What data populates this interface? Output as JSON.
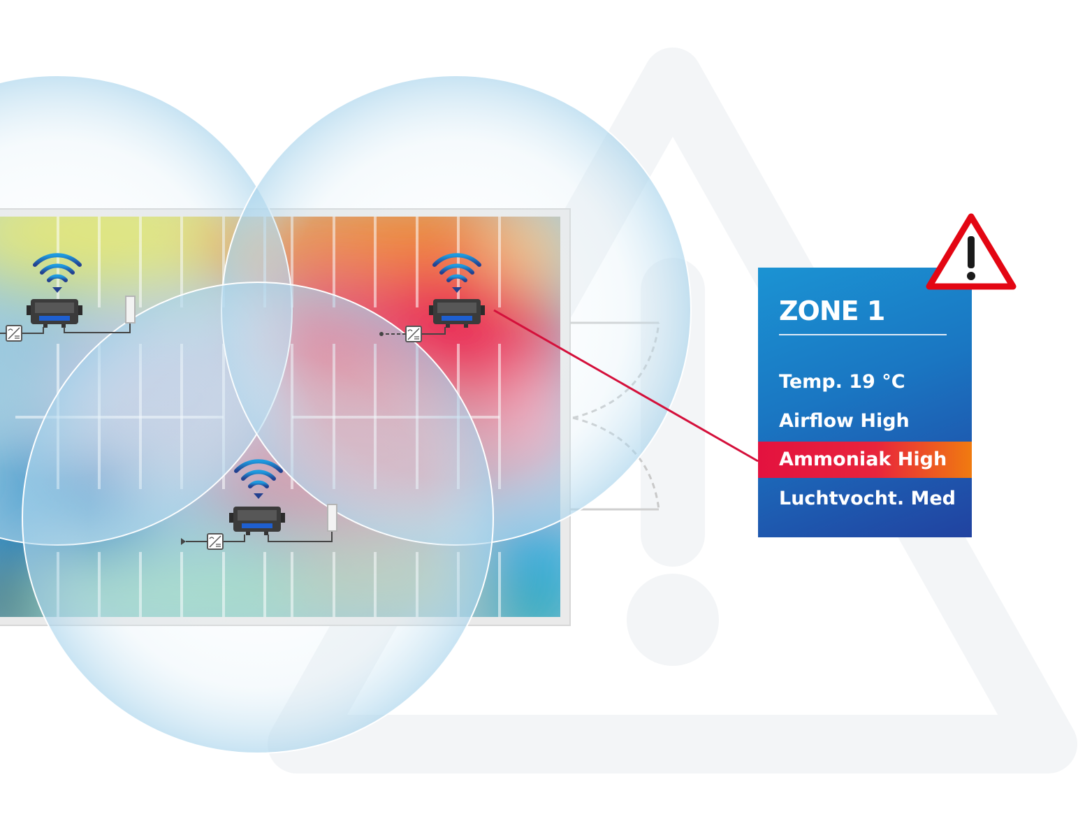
{
  "zone_panel": {
    "title": "ZONE 1",
    "readings": [
      {
        "label": "Temp. 19 °C",
        "status": "normal"
      },
      {
        "label": "Airflow High",
        "status": "normal"
      },
      {
        "label": "Ammoniak High",
        "status": "alert"
      },
      {
        "label": "Luchtvocht. Med",
        "status": "normal"
      }
    ]
  },
  "colors": {
    "panel_blue": "#1a76c2",
    "alert_red": "#e3123f",
    "alert_orange": "#f07b10",
    "warning_red": "#e30613",
    "wifi_blue": "#1f7fd0",
    "connector_line": "#d4103b"
  },
  "icons": {
    "background": "warning-triangle-icon",
    "alert": "warning-triangle-icon",
    "signal": "wifi-icon",
    "device": "sensor-device",
    "power": "power-adapter-icon"
  }
}
